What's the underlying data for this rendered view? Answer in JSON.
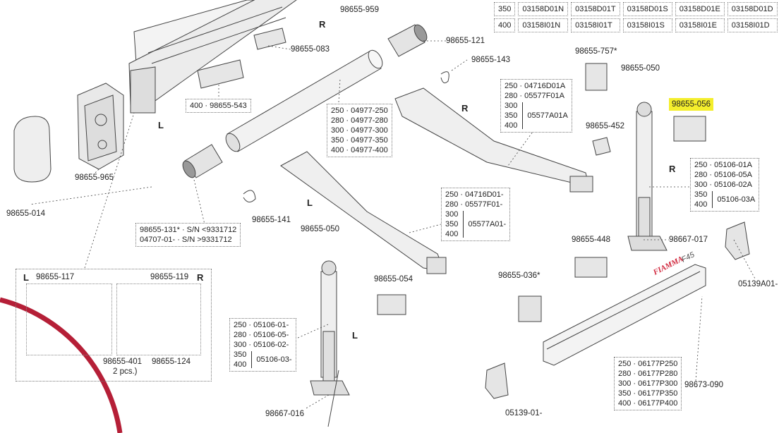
{
  "sides": {
    "right": "R",
    "left": "L"
  },
  "highlight": {
    "code": "98655-056",
    "color": "#f4ee2c"
  },
  "top_table": {
    "rows": [
      [
        "350",
        "03158D01N",
        "03158D01T",
        "03158D01S",
        "03158D01E",
        "03158D01D"
      ],
      [
        "400",
        "03158I01N",
        "03158I01T",
        "03158I01S",
        "03158I01E",
        "03158I01D"
      ]
    ]
  },
  "labels": {
    "p959": "98655-959",
    "p083": "98655-083",
    "p121": "98655-121",
    "p143": "98655-143",
    "p757": "98655-757*",
    "p050r": "98655-050",
    "p452": "98655-452",
    "p965": "98655-965",
    "p014": "98655-014",
    "p141": "98655-141",
    "p050l": "98655-050",
    "p054": "98655-054",
    "p448": "98655-448",
    "p017": "98667-017",
    "p036": "98655-036*",
    "p051": "05139A01-",
    "p401": "98655-401",
    "p124": "98655-124",
    "p016": "98667-016",
    "p090": "98673-090",
    "p05139": "05139-01-",
    "qty": "2 pcs.)",
    "p117": "98655-117",
    "p119": "98655-119"
  },
  "boxes": {
    "b543": "400 · 98655-543",
    "cap": [
      "98655-131* · S/N <9331712",
      "04707-01- · S/N >9331712"
    ],
    "tube": [
      "250 · 04977-250",
      "280 · 04977-280",
      "300 · 04977-300",
      "350 · 04977-350",
      "400 · 04977-400"
    ],
    "armR": {
      "top": [
        "250 · 04716D01A",
        "280 · 05577F01A"
      ],
      "sizes": [
        "300",
        "350",
        "400"
      ],
      "code": "05577A01A"
    },
    "armL": {
      "top": [
        "250 · 04716D01-",
        "280 · 05577F01-"
      ],
      "sizes": [
        "300",
        "350",
        "400"
      ],
      "code": "05577A01-"
    },
    "legR": {
      "top": [
        "250 · 05106-01A",
        "280 · 05106-05A",
        "300 · 05106-02A"
      ],
      "sizes": [
        "350",
        "400"
      ],
      "code": "05106-03A"
    },
    "legL": {
      "top": [
        "250 · 05106-01-",
        "280 · 05106-05-",
        "300 · 05106-02-"
      ],
      "sizes": [
        "350",
        "400"
      ],
      "code": "05106-03-"
    },
    "front": [
      "250 · 06177P250",
      "280 · 06177P280",
      "300 · 06177P300",
      "350 · 06177P350",
      "400 · 06177P400"
    ]
  },
  "brand": {
    "name": "FIAMMA",
    "model": "F45",
    "color": "#d0243a"
  },
  "corner_arc_color": "#b51f37"
}
